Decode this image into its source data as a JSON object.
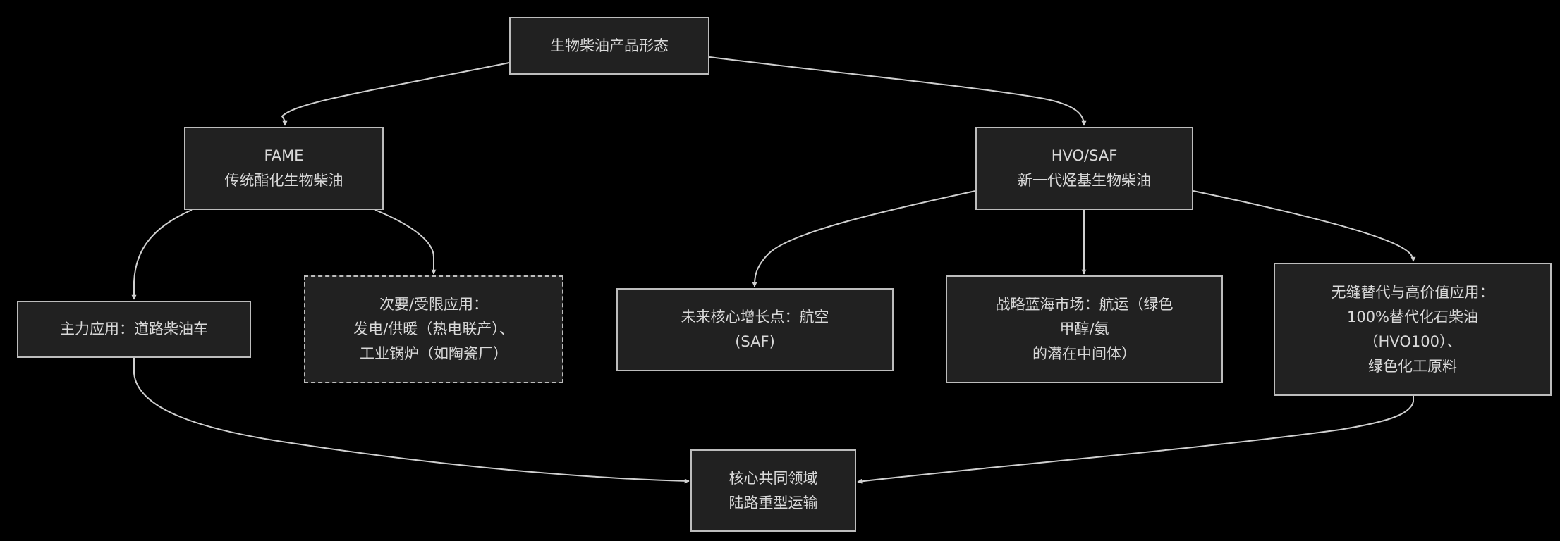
{
  "diagram": {
    "type": "flowchart",
    "theme": {
      "background": "#000000",
      "node_fill": "#212121",
      "node_border": "#bdbdbd",
      "text_color": "#d9d9d9",
      "edge_color": "#d0d0d0"
    },
    "nodes": {
      "root": {
        "lines": [
          "生物柴油产品形态"
        ],
        "style": "solid"
      },
      "fame": {
        "lines": [
          "FAME",
          "传统酯化生物柴油"
        ],
        "style": "solid"
      },
      "hvo": {
        "lines": [
          "HVO/SAF",
          "新一代烃基生物柴油"
        ],
        "style": "solid"
      },
      "main": {
        "lines": [
          "主力应用：道路柴油车"
        ],
        "style": "solid"
      },
      "secondary": {
        "lines": [
          "次要/受限应用：",
          "发电/供暖（热电联产）、",
          "工业锅炉（如陶瓷厂）"
        ],
        "style": "dashed"
      },
      "aviation": {
        "lines": [
          "未来核心增长点：航空",
          "(SAF)"
        ],
        "style": "solid"
      },
      "shipping": {
        "lines": [
          "战略蓝海市场：航运（绿色",
          "甲醇/氨",
          "的潜在中间体）"
        ],
        "style": "solid"
      },
      "seamless": {
        "lines": [
          "无缝替代与高价值应用：",
          "100%替代化石柴油",
          "（HVO100）、",
          "绿色化工原料"
        ],
        "style": "solid"
      },
      "core": {
        "lines": [
          "核心共同领域",
          "陆路重型运输"
        ],
        "style": "solid"
      }
    },
    "edges": [
      {
        "from": "root",
        "to": "fame"
      },
      {
        "from": "root",
        "to": "hvo"
      },
      {
        "from": "fame",
        "to": "main"
      },
      {
        "from": "fame",
        "to": "secondary"
      },
      {
        "from": "hvo",
        "to": "aviation"
      },
      {
        "from": "hvo",
        "to": "shipping"
      },
      {
        "from": "hvo",
        "to": "seamless"
      },
      {
        "from": "main",
        "to": "core"
      },
      {
        "from": "seamless",
        "to": "core"
      }
    ]
  }
}
